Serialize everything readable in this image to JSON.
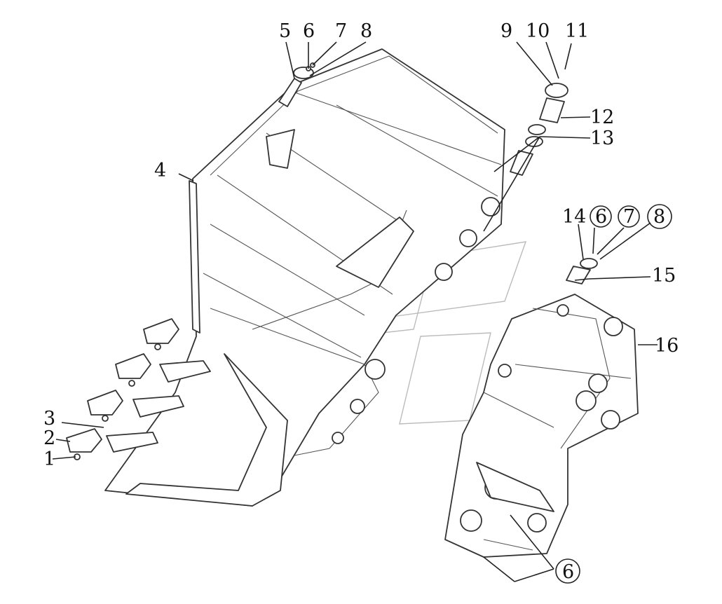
{
  "diagram": {
    "parts": {
      "p1": "1",
      "p2": "2",
      "p3": "3",
      "p4": "4",
      "p5": "5",
      "p6": "6",
      "p7": "7",
      "p8": "8",
      "p9": "9",
      "p10": "10",
      "p11": "11",
      "p12": "12",
      "p13": "13",
      "p14": "14",
      "p15": "15",
      "p16": "16",
      "p6b": "6",
      "p7b": "7",
      "p8b": "8",
      "p6c": "6"
    }
  }
}
